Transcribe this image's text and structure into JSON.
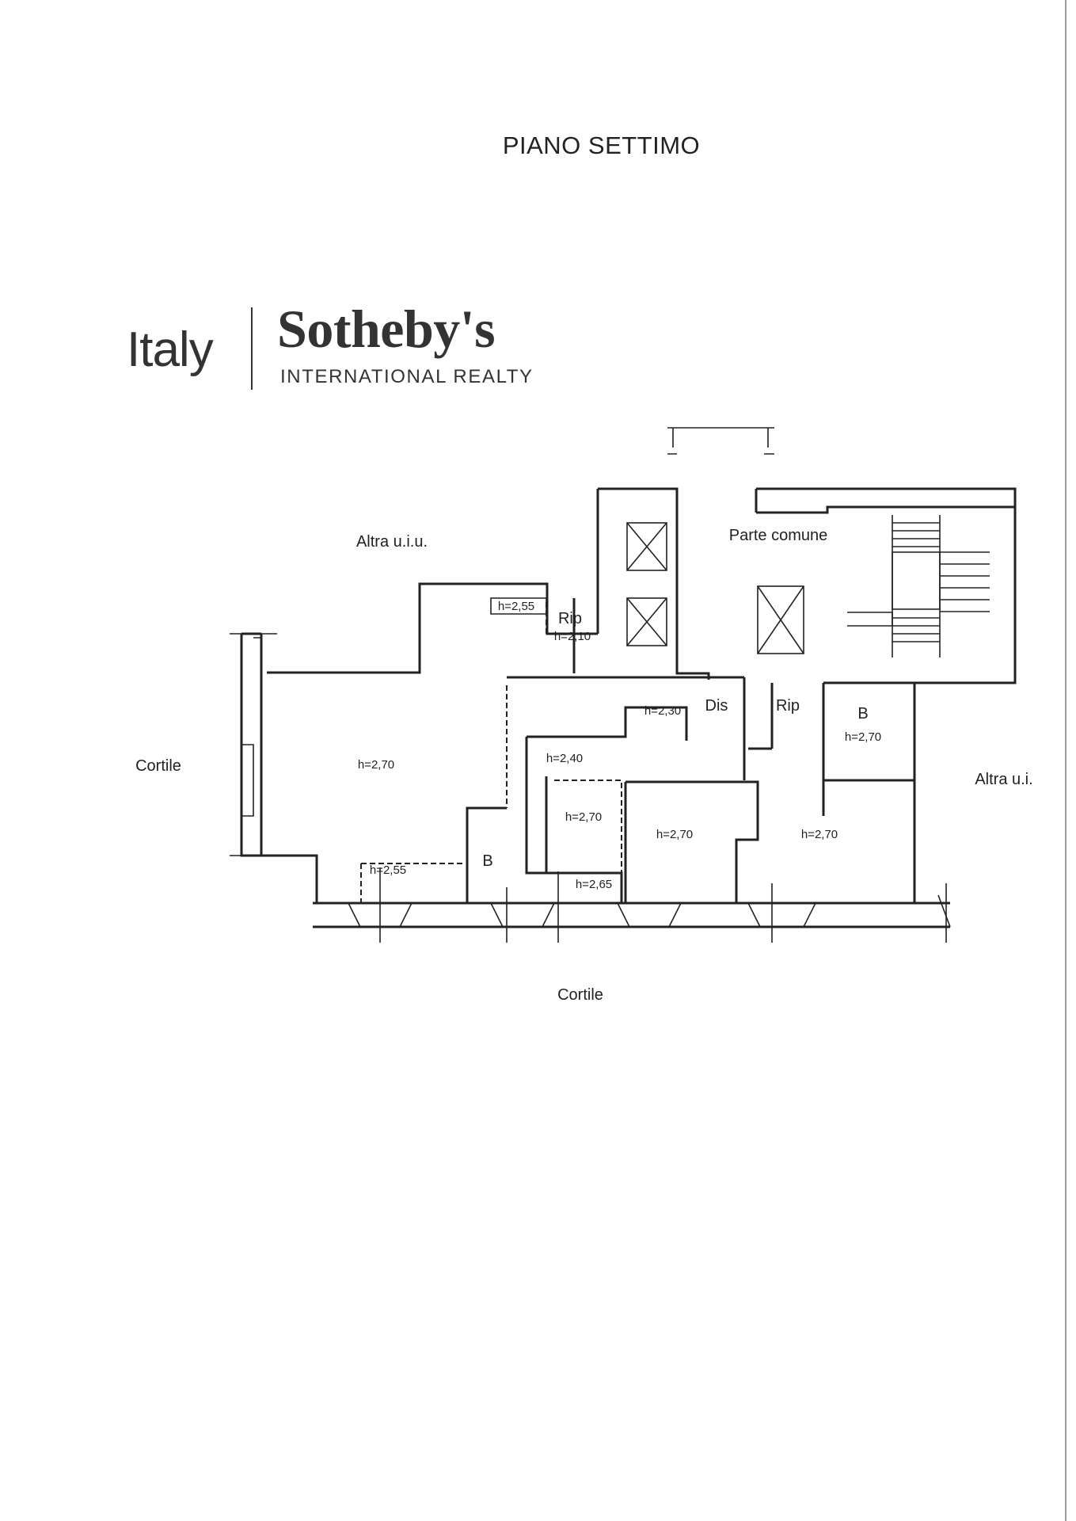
{
  "title": "PIANO SETTIMO",
  "logo": {
    "left": "Italy",
    "brand": "Sotheby's",
    "subtitle": "INTERNATIONAL REALTY"
  },
  "plan": {
    "labels": {
      "altra_uiu": "Altra u.i.u.",
      "altra_ui": "Altra u.i.",
      "parte_comune": "Parte comune",
      "cortile_west": "Cortile",
      "cortile_south": "Cortile",
      "dis": "Dis",
      "rip_north": "Rip",
      "rip_east": "Rip",
      "bath_east": "B",
      "bath_west": "B"
    },
    "heights": {
      "main_room": "h=2,70",
      "rip_small": "h=2,55",
      "rip_north": "h=2,10",
      "corridor": "h=2,30",
      "bath_east": "h=2,70",
      "hall": "h=2,40",
      "room_center": "h=2,70",
      "room_south_a": "h=2,70",
      "room_south_b": "h=2,70",
      "bay": "h=2,55",
      "passage": "h=2,65"
    }
  }
}
